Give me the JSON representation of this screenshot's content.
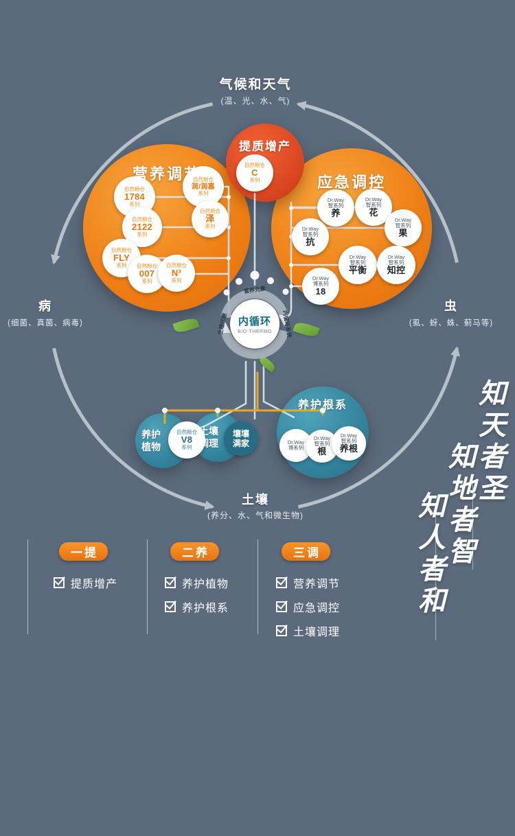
{
  "background": "#5b6a7c",
  "cycle": {
    "top_title": "气候和天气",
    "top_sub": "(温、光、水、气)",
    "right_title": "虫",
    "right_sub": "(虱、蚜、蛛、蓟马等)",
    "bottom_title": "土壤",
    "bottom_sub": "(养分、水、气和微生物)",
    "left_title": "病",
    "left_sub": "(细菌、真菌、病毒)"
  },
  "diagram": {
    "nutrition": {
      "title": "营养调节",
      "items": [
        {
          "top": "自然粮仓",
          "main": "1784",
          "bottom": "系列"
        },
        {
          "top": "自然粮仓",
          "main": "润/润嘉",
          "bottom": "系列"
        },
        {
          "top": "自然粮仓",
          "main": "2122",
          "bottom": "系列"
        },
        {
          "top": "自然粮仓",
          "main": "泽",
          "bottom": "系列"
        },
        {
          "top": "自然粮仓",
          "main": "FLY",
          "bottom": "系列"
        },
        {
          "top": "自然粮仓",
          "main": "007",
          "bottom": "系列"
        },
        {
          "top": "自然粮仓",
          "main": "N³",
          "bottom": "系列"
        }
      ]
    },
    "quality": {
      "title": "提质增产",
      "item": {
        "top": "自然粮仓",
        "main": "C",
        "bottom": "系列"
      }
    },
    "emergency": {
      "title": "应急调控",
      "items": [
        {
          "l1": "Dr.Way",
          "l2": "智系列",
          "main": "养"
        },
        {
          "l1": "Dr.Way",
          "l2": "智系列",
          "main": "花"
        },
        {
          "l1": "Dr.Way",
          "l2": "智系列",
          "main": "果"
        },
        {
          "l1": "Dr.Way",
          "l2": "智系列",
          "main": "抗"
        },
        {
          "l1": "Dr.Way",
          "l2": "智系列",
          "main": "平衡"
        },
        {
          "l1": "Dr.Way",
          "l2": "智系列",
          "main": "知控"
        },
        {
          "l1": "Dr.Way",
          "l2": "博系列",
          "main": "18"
        }
      ]
    },
    "hub": {
      "title": "内循环",
      "subtitle": "BIO-THERMO",
      "label_top": "营养元素",
      "label_left": "生理代谢",
      "label_right": "内循环系统"
    },
    "plant": {
      "title": "养护植物",
      "item": {
        "top": "自然粮仓",
        "main": "V8",
        "bottom": "系列"
      }
    },
    "soil": {
      "title": "土壤调理",
      "item": {
        "main": "壤壤满家"
      }
    },
    "root": {
      "title": "养护根系",
      "items": [
        {
          "l1": "Dr.Way",
          "l2": "博系列",
          "main": ""
        },
        {
          "l1": "Dr.Way",
          "l2": "智系列",
          "main": "根"
        },
        {
          "l1": "Dr.Way",
          "l2": "智系列",
          "main": "养根"
        }
      ]
    }
  },
  "legend": {
    "columns": [
      {
        "button": "一提",
        "items": [
          "提质增产"
        ]
      },
      {
        "button": "二养",
        "items": [
          "养护植物",
          "养护根系"
        ]
      },
      {
        "button": "三调",
        "items": [
          "营养调节",
          "应急调控",
          "土壤调理"
        ]
      }
    ]
  },
  "calligraphy": {
    "col1": "知天者圣",
    "col2": "知地者智",
    "col3": "知人者和"
  },
  "colors": {
    "background": "#5b6a7c",
    "orange": "#ee7d14",
    "red": "#d8431f",
    "teal": "#317f99",
    "connector_yellow": "#eaa81f",
    "arrow_gray": "#c3cad1"
  }
}
